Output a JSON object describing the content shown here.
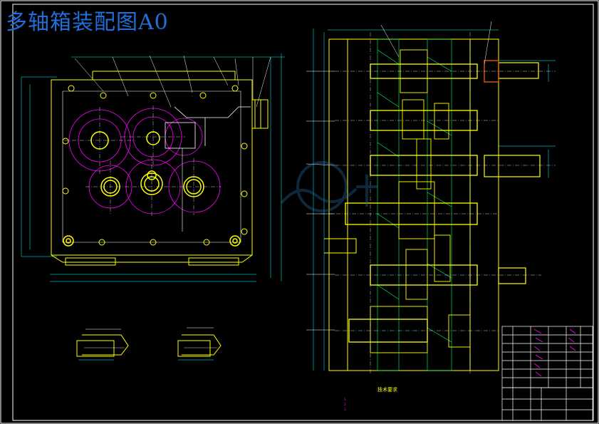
{
  "title": "多轴箱装配图A0",
  "colors": {
    "background": "#000000",
    "frame": "#ffffff",
    "body": "#ffff00",
    "gears": "#ff00ff",
    "centerline": "#ffffff",
    "hatch": "#00ff66",
    "dimension": "#00ffff",
    "title_text": "#1e6fd9"
  },
  "icons": {
    "watermark": "watermark-logo-icon"
  },
  "tech_requirements": {
    "heading": "技术要求",
    "items": [
      "1.",
      "2.",
      "3."
    ]
  },
  "bottom_note": "",
  "title_block": {
    "rows": 10,
    "columns": 6
  }
}
